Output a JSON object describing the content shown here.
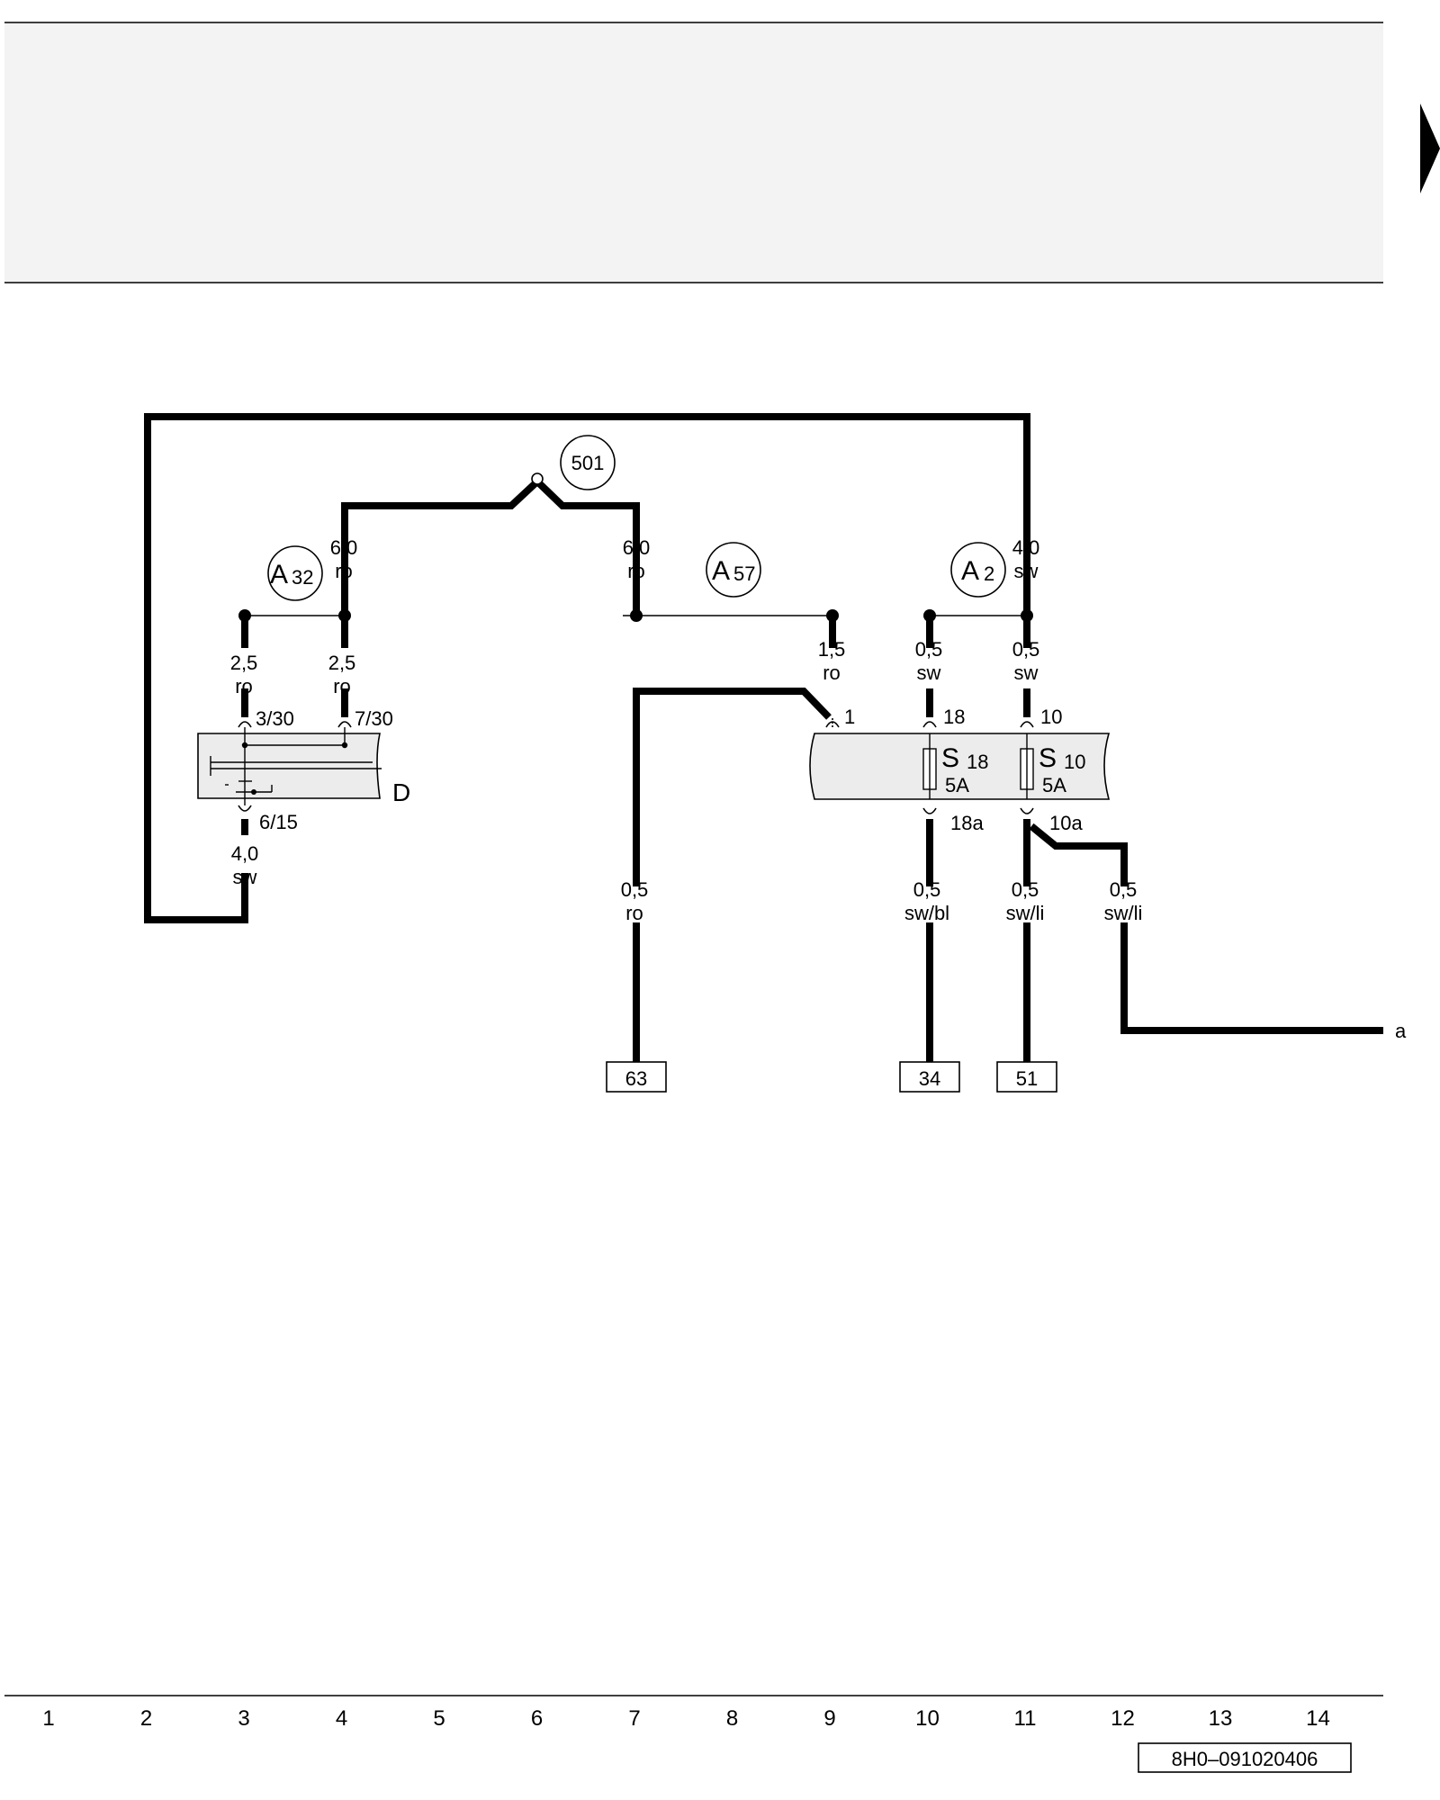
{
  "header": {
    "next_arrow_icon": "triangle-right-icon"
  },
  "components": {
    "D": {
      "label": "D",
      "pins": {
        "p1": "3/30",
        "p2": "7/30",
        "p3": "6/15"
      }
    },
    "fuse_box": {
      "pin_in": "1",
      "S18": {
        "letter": "S",
        "number": "18",
        "rating": "5A",
        "pin_top": "18",
        "pin_bottom": "18a"
      },
      "S10": {
        "letter": "S",
        "number": "10",
        "rating": "5A",
        "pin_top": "10",
        "pin_bottom": "10a"
      }
    }
  },
  "connectors": {
    "A32": {
      "letter": "A",
      "number": "32"
    },
    "A57": {
      "letter": "A",
      "number": "57"
    },
    "A2": {
      "letter": "A",
      "number": "2"
    },
    "c501": {
      "label": "501"
    }
  },
  "wires": {
    "w_6_0_ro_left": {
      "size": "6,0",
      "color": "ro"
    },
    "w_6_0_ro_right": {
      "size": "6,0",
      "color": "ro"
    },
    "w_4_0_sw_top": {
      "size": "4,0",
      "color": "sw"
    },
    "w_2_5_ro_a": {
      "size": "2,5",
      "color": "ro"
    },
    "w_2_5_ro_b": {
      "size": "2,5",
      "color": "ro"
    },
    "w_4_0_sw_bottom": {
      "size": "4,0",
      "color": "sw"
    },
    "w_1_5_ro": {
      "size": "1,5",
      "color": "ro"
    },
    "w_0_5_sw_a": {
      "size": "0,5",
      "color": "sw"
    },
    "w_0_5_sw_b": {
      "size": "0,5",
      "color": "sw"
    },
    "w_0_5_ro": {
      "size": "0,5",
      "color": "ro"
    },
    "w_0_5_swbl": {
      "size": "0,5",
      "color": "sw/bl"
    },
    "w_0_5_swli_a": {
      "size": "0,5",
      "color": "sw/li"
    },
    "w_0_5_swli_b": {
      "size": "0,5",
      "color": "sw/li"
    }
  },
  "references": {
    "r63": "63",
    "r34": "34",
    "r51": "51",
    "continuation": "a"
  },
  "footer": {
    "grid": [
      "1",
      "2",
      "3",
      "4",
      "5",
      "6",
      "7",
      "8",
      "9",
      "10",
      "11",
      "12",
      "13",
      "14"
    ],
    "doc_id": "8H0–091020406"
  }
}
